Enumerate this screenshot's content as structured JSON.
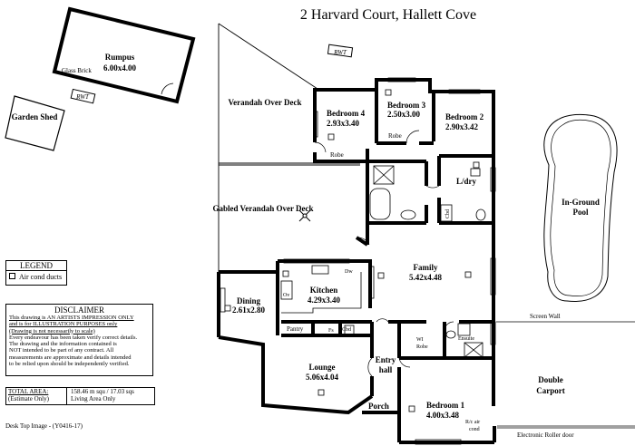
{
  "title": "2 Harvard Court, Hallett Cove",
  "rooms": {
    "rumpus": {
      "name": "Rumpus",
      "dims": "6.00x4.00"
    },
    "garden_shed": {
      "name": "Garden Shed"
    },
    "verandah": {
      "name": "Verandah Over Deck"
    },
    "gabled_verandah": {
      "name": "Gabled Verandah Over Deck"
    },
    "bedroom4": {
      "name": "Bedroom 4",
      "dims": "2.93x3.40"
    },
    "bedroom3": {
      "name": "Bedroom 3",
      "dims": "2.50x3.00"
    },
    "bedroom2": {
      "name": "Bedroom 2",
      "dims": "2.90x3.42"
    },
    "ldry": {
      "name": "L/dry"
    },
    "pool": {
      "name": "In-Ground Pool"
    },
    "family": {
      "name": "Family",
      "dims": "5.42x4.48"
    },
    "kitchen": {
      "name": "Kitchen",
      "dims": "4.29x3.40"
    },
    "dining": {
      "name": "Dining",
      "dims": "2.61x2.80"
    },
    "lounge": {
      "name": "Lounge",
      "dims": "5.06x4.04"
    },
    "entry": {
      "name": "Entry hall"
    },
    "porch": {
      "name": "Porch"
    },
    "bedroom1": {
      "name": "Bedroom 1",
      "dims": "4.00x3.48"
    },
    "carport": {
      "name": "Double Carport"
    }
  },
  "small_labels": {
    "glass_brick": "Glass Brick",
    "rwt": "RWT",
    "robe": "Robe",
    "pantry": "Pantry",
    "ov": "Ov",
    "dw": "Dw",
    "fs": "Fs",
    "cbd": "Cbd",
    "wi_robe": "WI Robe",
    "ensuite": "Ensuite",
    "screen_wall": "Screen Wall",
    "rc_air_cond": "R/c air cond",
    "roller_door": "Electronic Roller door"
  },
  "legend": {
    "title": "LEGEND",
    "item": "Air cond ducts"
  },
  "disclaimer": {
    "title": "DISCLAIMER",
    "lines": [
      "This drawing is AN ARTISTS IMPRESSION ONLY",
      "and is for ILLUSTRATION PURPOSES only",
      "(Drawing is not necessarily to scale)",
      "Every endeavour has been taken verify correct details.",
      "The drawing and the information contained is",
      "NOT intended to be part of any contract.  All",
      "measurements are approximate and details intended",
      "to be relied upon should be independently verified."
    ]
  },
  "total_area": {
    "label": "TOTAL AREA:",
    "note": "(Estimate Only)",
    "value": "158.46 m squ / 17.03  sqs",
    "desc": "Living Area Only"
  },
  "footer": "Desk Top Image - (Y0416-17)"
}
